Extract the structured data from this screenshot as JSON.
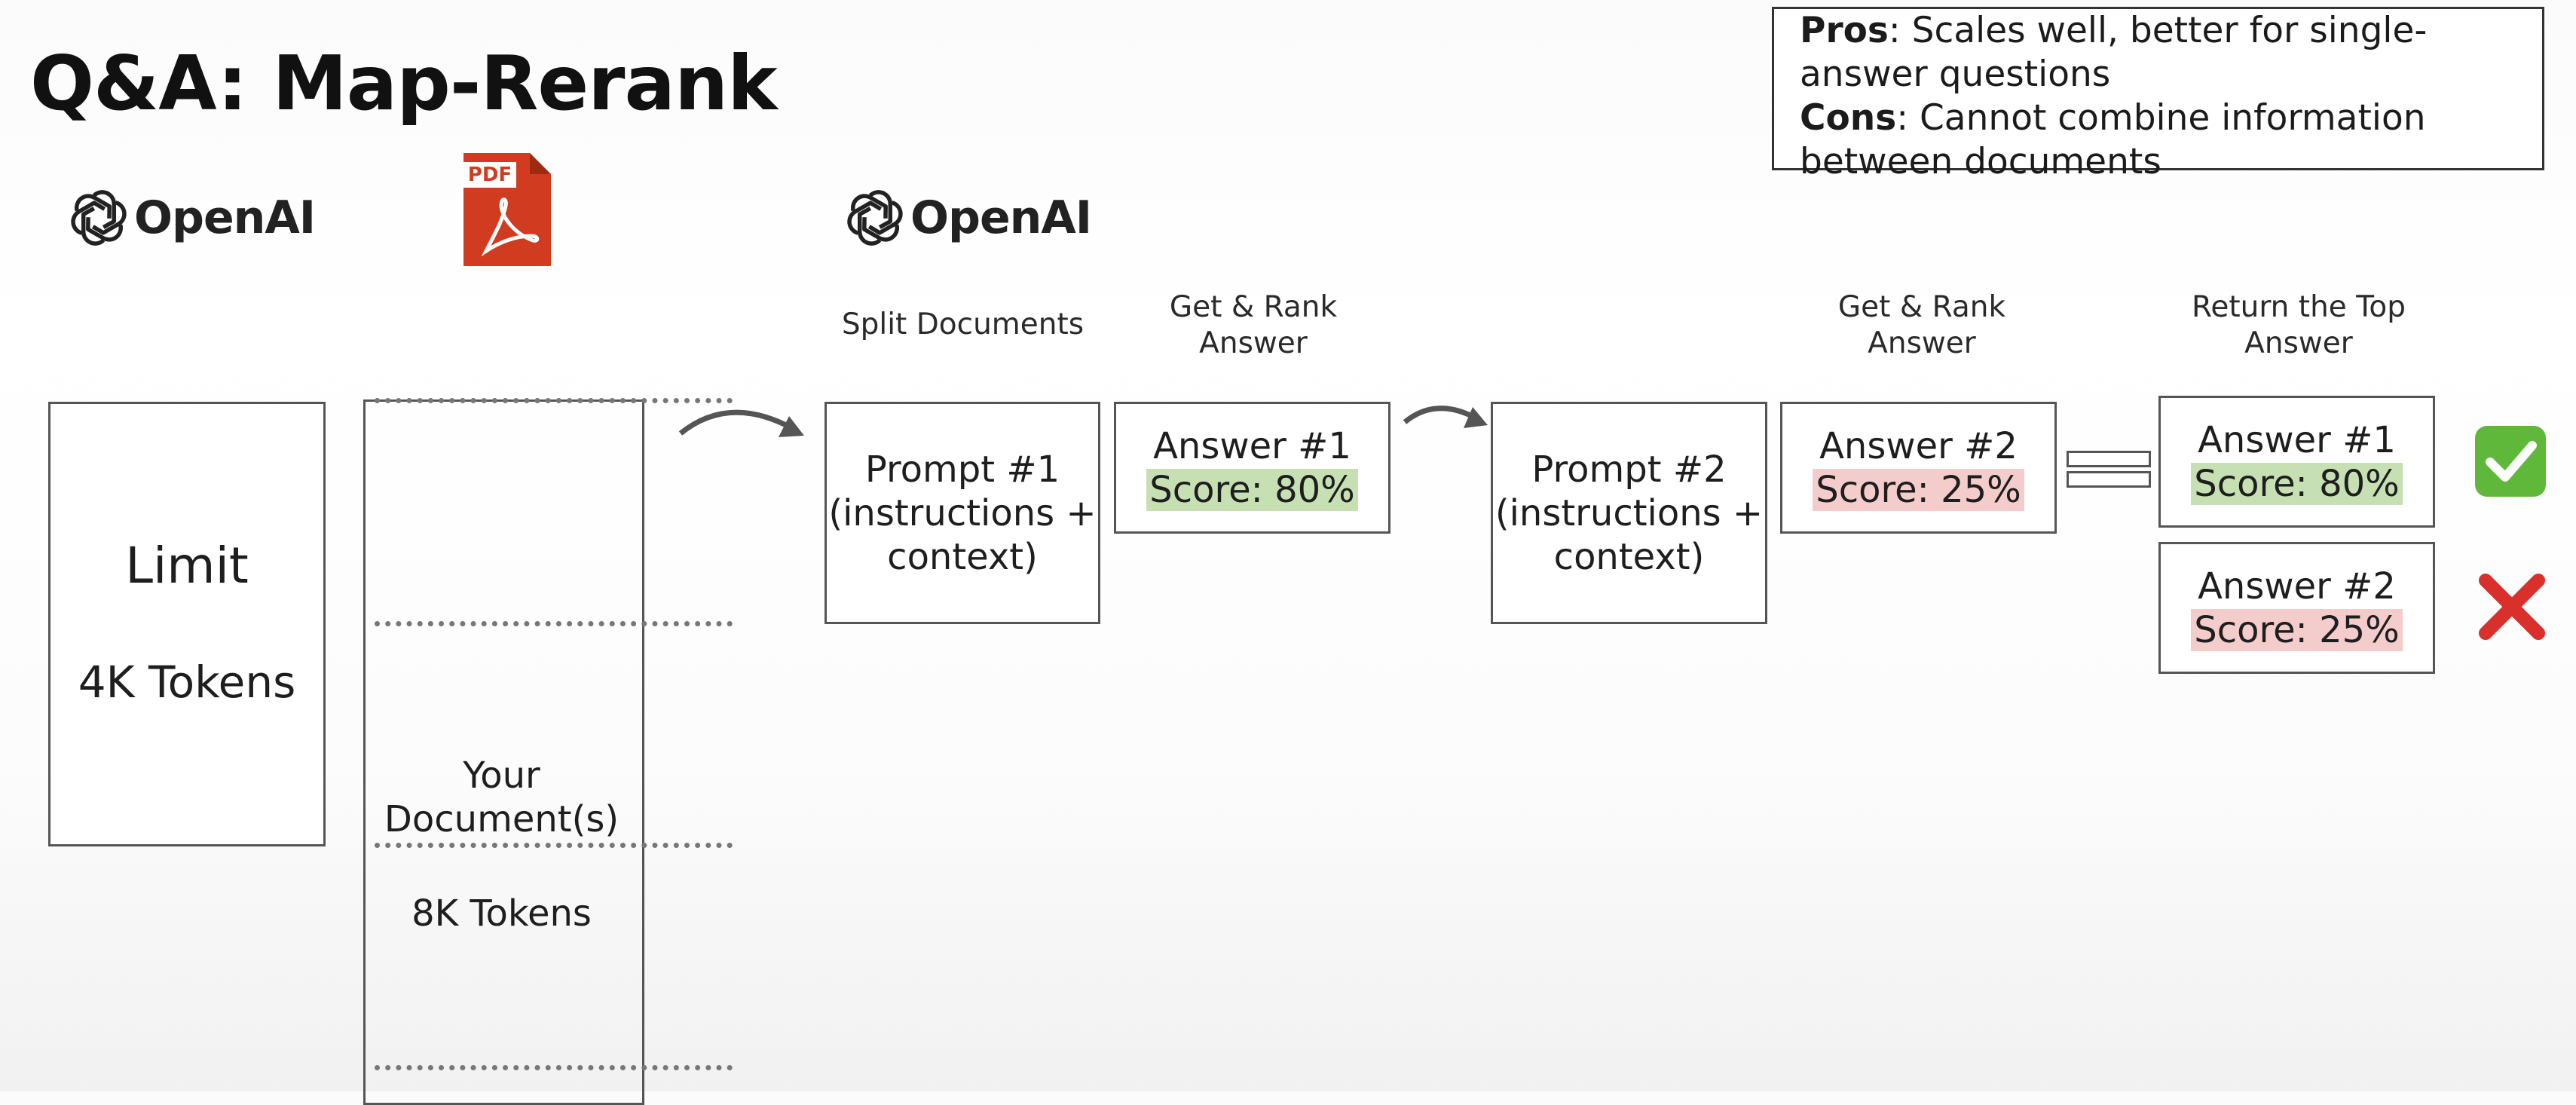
{
  "title": "Q&A: Map-Rerank",
  "proscons": {
    "pros_label": "Pros",
    "pros_text": ": Scales well, better for single-answer questions",
    "cons_label": "Cons",
    "cons_text": ": Cannot combine information between documents"
  },
  "logos": {
    "openai_left": "OpenAI",
    "openai_mid": "OpenAI",
    "pdf_label": "PDF"
  },
  "limit_box": {
    "label": "Limit",
    "tokens": "4K Tokens"
  },
  "document": {
    "label_line1": "Your",
    "label_line2": "Document(s)",
    "tokens": "8K Tokens"
  },
  "headers": {
    "split": "Split Documents",
    "get_rank_1_line1": "Get & Rank",
    "get_rank_1_line2": "Answer",
    "get_rank_2_line1": "Get & Rank",
    "get_rank_2_line2": "Answer",
    "return_top_line1": "Return the Top",
    "return_top_line2": "Answer"
  },
  "prompt1": {
    "line1": "Prompt #1",
    "line2": "(instructions +",
    "line3": "context)"
  },
  "prompt2": {
    "line1": "Prompt #2",
    "line2": "(instructions +",
    "line3": "context)"
  },
  "answer1": {
    "label": "Answer #1",
    "score": "Score: 80%"
  },
  "answer2": {
    "label": "Answer #2",
    "score": "Score: 25%"
  },
  "result_top": {
    "label": "Answer #1",
    "score": "Score: 80%"
  },
  "result_bottom": {
    "label": "Answer #2",
    "score": "Score: 25%"
  },
  "colors": {
    "score_good": "#c6e0b4",
    "score_bad": "#f4cccc",
    "check": "#5fb83a",
    "cross": "#d9302c",
    "pdf": "#d13b1f"
  },
  "icons": [
    "openai-logo-icon",
    "pdf-file-icon",
    "curved-arrow-icon",
    "equals-icon",
    "check-mark-icon",
    "cross-mark-icon"
  ]
}
